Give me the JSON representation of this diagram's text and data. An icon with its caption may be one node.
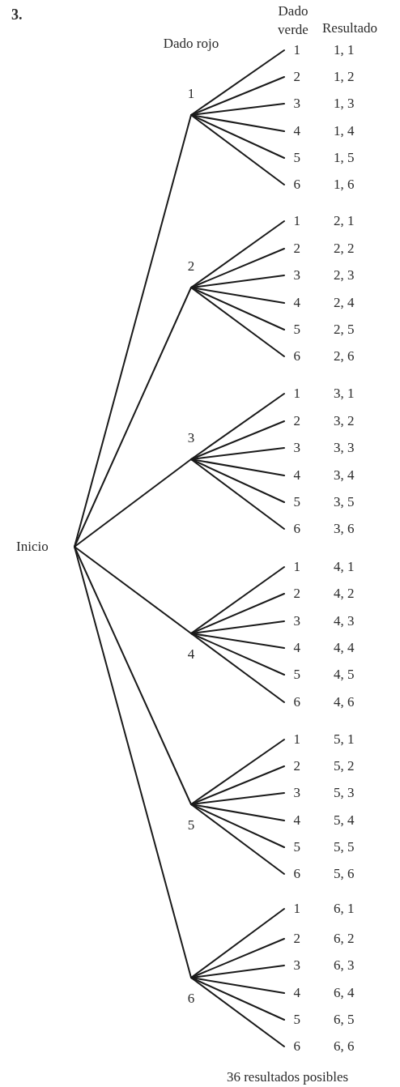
{
  "diagram": {
    "nodes": [
      {
        "text": [
          "Inicio"
        ]
      },
      {
        "text": [
          "1"
        ]
      },
      {
        "text": [
          "1"
        ],
        "beside": [
          "1, 1"
        ]
      },
      {
        "text": [
          "2"
        ],
        "beside": [
          "1, 2"
        ]
      },
      {
        "text": [
          "3"
        ],
        "beside": [
          "1, 3"
        ]
      },
      {
        "text": [
          "4"
        ],
        "beside": [
          "1, 4"
        ]
      },
      {
        "text": [
          "5"
        ],
        "beside": [
          "1, 5"
        ]
      },
      {
        "text": [
          "6"
        ],
        "beside": [
          "1, 6"
        ]
      },
      {
        "text": [
          "2"
        ]
      },
      {
        "text": [
          "1"
        ],
        "beside": [
          "2, 1"
        ]
      },
      {
        "text": [
          "2"
        ],
        "beside": [
          "2, 2"
        ]
      },
      {
        "text": [
          "3"
        ],
        "beside": [
          "2, 3"
        ]
      },
      {
        "text": [
          "4"
        ],
        "beside": [
          "2, 4"
        ]
      },
      {
        "text": [
          "5"
        ],
        "beside": [
          "2, 5"
        ]
      },
      {
        "text": [
          "6"
        ],
        "beside": [
          "2, 6"
        ]
      },
      {
        "text": [
          "3"
        ]
      },
      {
        "text": [
          "1"
        ],
        "beside": [
          "3, 1"
        ]
      },
      {
        "text": [
          "2"
        ],
        "beside": [
          "3, 2"
        ]
      },
      {
        "text": [
          "3"
        ],
        "beside": [
          "3, 3"
        ]
      },
      {
        "text": [
          "4"
        ],
        "beside": [
          "3, 4"
        ]
      },
      {
        "text": [
          "5"
        ],
        "beside": [
          "3, 5"
        ]
      },
      {
        "text": [
          "6"
        ],
        "beside": [
          "3, 6"
        ]
      },
      {
        "text": [
          "4"
        ]
      },
      {
        "text": [
          "1"
        ],
        "beside": [
          "4, 1"
        ]
      },
      {
        "text": [
          "2"
        ],
        "beside": [
          "4, 2"
        ]
      },
      {
        "text": [
          "3"
        ],
        "beside": [
          "4, 3"
        ]
      },
      {
        "text": [
          "4"
        ],
        "beside": [
          "4, 4"
        ]
      },
      {
        "text": [
          "5"
        ],
        "beside": [
          "4, 5"
        ]
      },
      {
        "text": [
          "6"
        ],
        "beside": [
          "4, 6"
        ]
      },
      {
        "text": [
          "5"
        ]
      },
      {
        "text": [
          "1"
        ],
        "beside": [
          "5, 1"
        ]
      },
      {
        "text": [
          "2"
        ],
        "beside": [
          "5, 2"
        ]
      },
      {
        "text": [
          "3"
        ],
        "beside": [
          "5, 3"
        ]
      },
      {
        "text": [
          "4"
        ],
        "beside": [
          "5, 4"
        ]
      },
      {
        "text": [
          "5"
        ],
        "beside": [
          "5, 5"
        ]
      },
      {
        "text": [
          "6"
        ],
        "beside": [
          "5, 6"
        ]
      },
      {
        "text": [
          "6"
        ]
      },
      {
        "text": [
          "1"
        ],
        "beside": [
          "6, 1"
        ]
      },
      {
        "text": [
          "2"
        ],
        "beside": [
          "6, 2"
        ]
      },
      {
        "text": [
          "3"
        ],
        "beside": [
          "6, 3"
        ]
      },
      {
        "text": [
          "4"
        ],
        "beside": [
          "6, 4"
        ]
      },
      {
        "text": [
          "5"
        ],
        "beside": [
          "6, 5"
        ]
      },
      {
        "text": [
          "6"
        ],
        "beside": [
          "6, 6"
        ]
      }
    ],
    "edges": [
      {
        "from": 0,
        "to": 1,
        "arrow": "none"
      },
      {
        "from": 0,
        "to": 8,
        "arrow": "none"
      },
      {
        "from": 0,
        "to": 15,
        "arrow": "none"
      },
      {
        "from": 0,
        "to": 22,
        "arrow": "none"
      },
      {
        "from": 0,
        "to": 29,
        "arrow": "none"
      },
      {
        "from": 0,
        "to": 36,
        "arrow": "none"
      },
      {
        "from": 1,
        "to": 2,
        "arrow": "none"
      },
      {
        "from": 1,
        "to": 3,
        "arrow": "none"
      },
      {
        "from": 1,
        "to": 4,
        "arrow": "none"
      },
      {
        "from": 1,
        "to": 5,
        "arrow": "none"
      },
      {
        "from": 1,
        "to": 6,
        "arrow": "none"
      },
      {
        "from": 1,
        "to": 7,
        "arrow": "none"
      },
      {
        "from": 8,
        "to": 9,
        "arrow": "none"
      },
      {
        "from": 8,
        "to": 10,
        "arrow": "none"
      },
      {
        "from": 8,
        "to": 11,
        "arrow": "none"
      },
      {
        "from": 8,
        "to": 12,
        "arrow": "none"
      },
      {
        "from": 8,
        "to": 13,
        "arrow": "none"
      },
      {
        "from": 8,
        "to": 14,
        "arrow": "none"
      },
      {
        "from": 15,
        "to": 16,
        "arrow": "none"
      },
      {
        "from": 15,
        "to": 17,
        "arrow": "none"
      },
      {
        "from": 15,
        "to": 18,
        "arrow": "none"
      },
      {
        "from": 15,
        "to": 19,
        "arrow": "none"
      },
      {
        "from": 15,
        "to": 20,
        "arrow": "none"
      },
      {
        "from": 15,
        "to": 21,
        "arrow": "none"
      },
      {
        "from": 22,
        "to": 23,
        "arrow": "none"
      },
      {
        "from": 22,
        "to": 24,
        "arrow": "none"
      },
      {
        "from": 22,
        "to": 25,
        "arrow": "none"
      },
      {
        "from": 22,
        "to": 26,
        "arrow": "none"
      },
      {
        "from": 22,
        "to": 27,
        "arrow": "none"
      },
      {
        "from": 22,
        "to": 28,
        "arrow": "none"
      },
      {
        "from": 29,
        "to": 30,
        "arrow": "none"
      },
      {
        "from": 29,
        "to": 31,
        "arrow": "none"
      },
      {
        "from": 29,
        "to": 32,
        "arrow": "none"
      },
      {
        "from": 29,
        "to": 33,
        "arrow": "none"
      },
      {
        "from": 29,
        "to": 34,
        "arrow": "none"
      },
      {
        "from": 29,
        "to": 35,
        "arrow": "none"
      },
      {
        "from": 36,
        "to": 37,
        "arrow": "none"
      },
      {
        "from": 36,
        "to": 38,
        "arrow": "none"
      },
      {
        "from": 36,
        "to": 39,
        "arrow": "none"
      },
      {
        "from": 36,
        "to": 40,
        "arrow": "none"
      },
      {
        "from": 36,
        "to": 41,
        "arrow": "none"
      },
      {
        "from": 36,
        "to": 42,
        "arrow": "none"
      }
    ],
    "labels": [
      "3.",
      "Dado verde",
      "Resultado",
      "Dado rojo",
      "36 resultados posibles"
    ]
  }
}
